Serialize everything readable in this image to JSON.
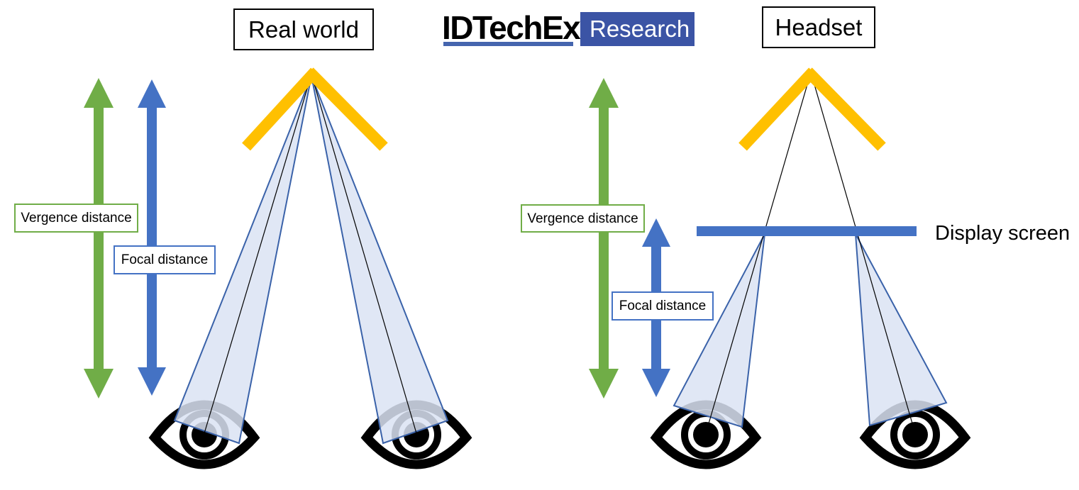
{
  "diagram": {
    "logo": {
      "brand": "IDTechEx",
      "division": "Research"
    },
    "left_panel": {
      "title": "Real world",
      "vergence_label": "Vergence distance",
      "focal_label": "Focal distance"
    },
    "right_panel": {
      "title": "Headset",
      "vergence_label": "Vergence distance",
      "focal_label": "Focal distance",
      "display_screen_label": "Display screen"
    }
  },
  "colors": {
    "vergence_green": "#70AD47",
    "focal_blue": "#4472C4",
    "object_yellow": "#FFC000",
    "cone_fill": "#DAE3F3",
    "cone_border": "#3A62A9",
    "logo_blue": "#3B54A5",
    "logo_underline": "#4565AE"
  }
}
